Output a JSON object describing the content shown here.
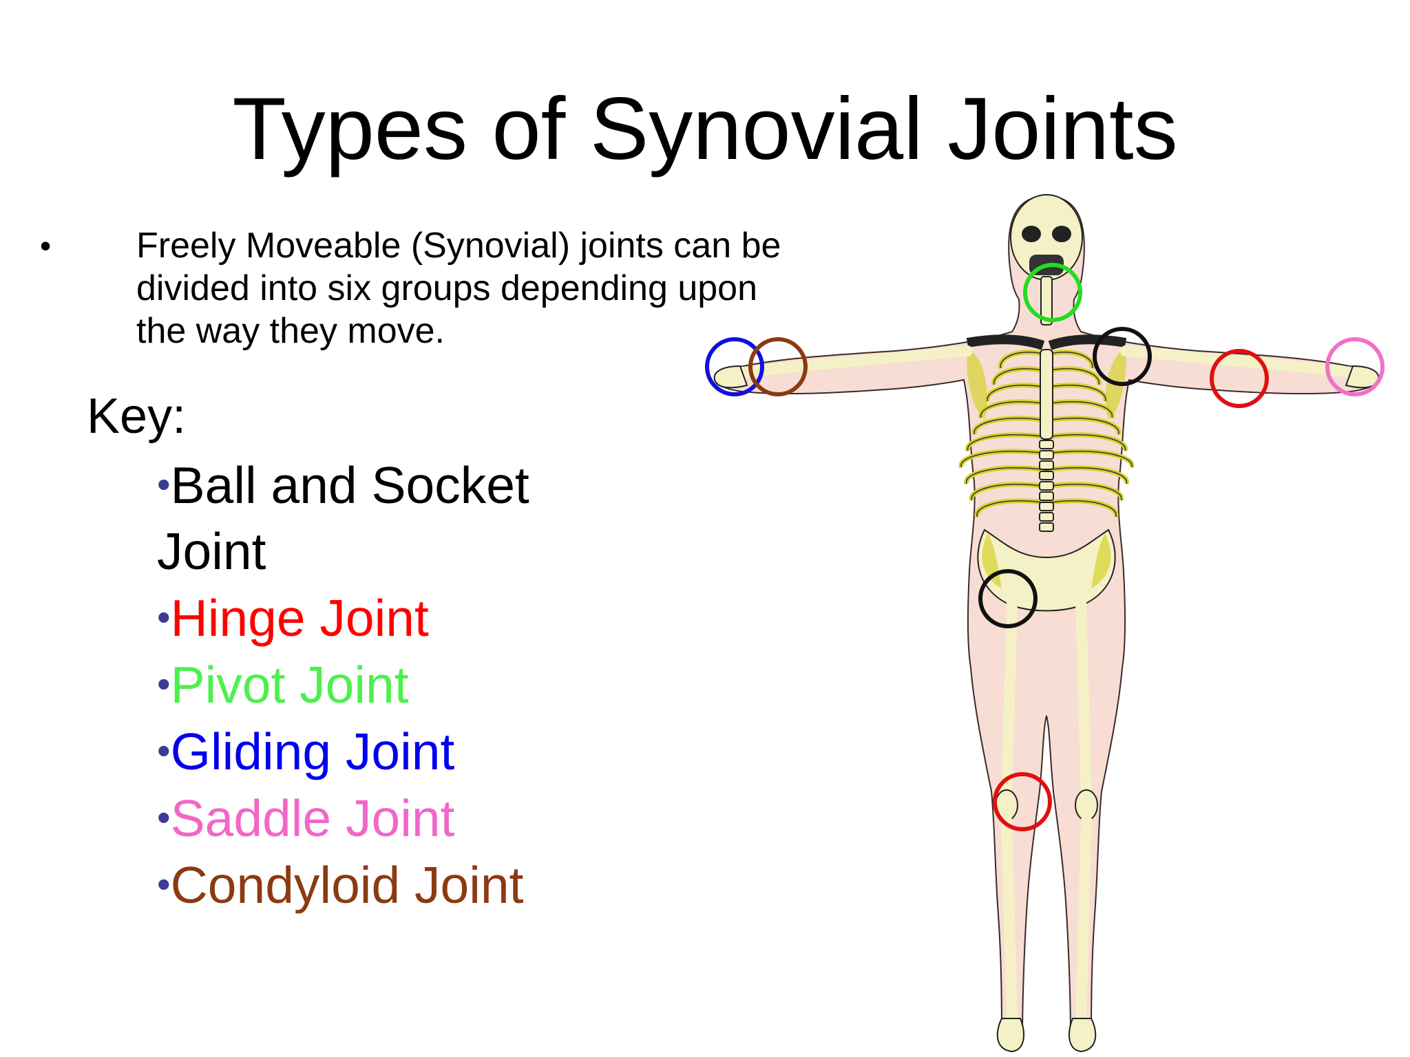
{
  "slide": {
    "title": "Types of Synovial Joints",
    "intro_bullet": "•",
    "intro_text": "Freely Moveable (Synovial) joints can be divided into six groups depending upon the way they move.",
    "key_heading": "Key:",
    "bullet_color": "#3c3c96",
    "key_items": [
      {
        "label": "Ball and Socket Joint",
        "color": "#000000"
      },
      {
        "label": "Hinge Joint",
        "color": "#ff0000"
      },
      {
        "label": "Pivot Joint",
        "color": "#4cf04c"
      },
      {
        "label": "Gliding Joint",
        "color": "#0000ee"
      },
      {
        "label": "Saddle Joint",
        "color": "#f266c8"
      },
      {
        "label": "Condyloid Joint",
        "color": "#8b3a12"
      }
    ]
  },
  "figure": {
    "skin_color": "#f7ddd3",
    "bone_color": "#f4f1c6",
    "highlight_color": "#d6d12c",
    "markers": [
      {
        "joint": "pivot",
        "color": "#22dd22"
      },
      {
        "joint": "gliding",
        "color": "#1010dd"
      },
      {
        "joint": "condyloid",
        "color": "#8b3a12"
      },
      {
        "joint": "ball-and-socket",
        "color": "#111111"
      },
      {
        "joint": "hinge",
        "color": "#e01010"
      },
      {
        "joint": "saddle",
        "color": "#f070c8"
      },
      {
        "joint": "ball-and-socket",
        "color": "#111111"
      },
      {
        "joint": "hinge",
        "color": "#e01010"
      }
    ]
  }
}
